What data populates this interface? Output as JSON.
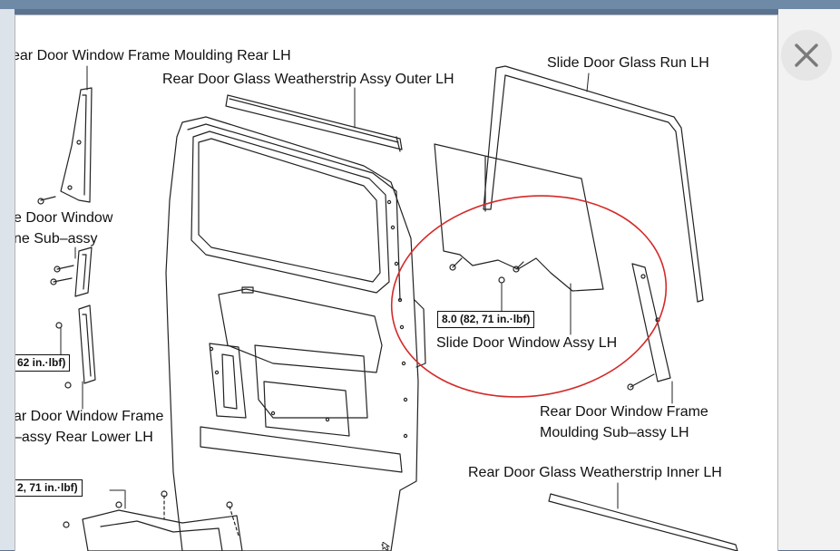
{
  "labels": {
    "frame_moulding_rear": "ear Door Window Frame Moulding Rear LH",
    "glass_weatherstrip_outer": "Rear Door Glass Weatherstrip Assy Outer LH",
    "slide_door_glass_run": "Slide Door Glass Run LH",
    "door_window_line1": "e Door Window",
    "door_window_line2": "ne Sub–assy",
    "torque_left_top": "62 in.·lbf)",
    "frame_rear_lower_line1": "ar Door Window Frame",
    "frame_rear_lower_line2": "–assy Rear Lower LH",
    "torque_left_bottom": "2, 71 in.·lbf)",
    "torque_center": "8.0 (82, 71 in.·lbf)",
    "slide_door_window_assy": "Slide Door Window Assy LH",
    "frame_moulding_sub_line1": "Rear Door Window Frame",
    "frame_moulding_sub_line2": "Moulding Sub–assy LH",
    "glass_weatherstrip_inner": "Rear Door Glass Weatherstrip Inner LH"
  },
  "close_button": {
    "icon": "close-icon"
  },
  "colors": {
    "highlight_circle": "#d42a2a",
    "line_art": "#222222"
  }
}
